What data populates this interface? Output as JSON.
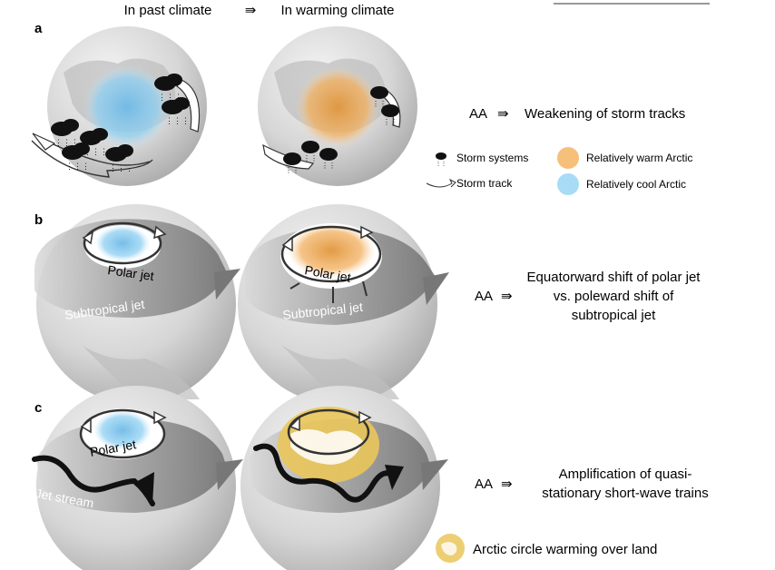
{
  "header": {
    "past": "In past climate",
    "arrow": "⇛",
    "warming": "In warming climate"
  },
  "panel_a": {
    "label": "a",
    "statement": {
      "prefix": "AA",
      "arrow": "⇛",
      "text": "Weakening of storm tracks"
    },
    "legend": {
      "storm_systems": "Storm systems",
      "storm_track": "Storm track",
      "warm_arctic": "Relatively warm Arctic",
      "cool_arctic": "Relatively cool Arctic"
    }
  },
  "panel_b": {
    "label": "b",
    "polar_jet": "Polar jet",
    "subtropical_jet": "Subtropical jet",
    "statement": {
      "prefix": "AA",
      "arrow": "⇛",
      "line1": "Equatorward shift of polar jet",
      "line2": "vs. poleward shift of",
      "line3": "subtropical jet"
    }
  },
  "panel_c": {
    "label": "c",
    "polar_jet": "Polar jet",
    "jet_stream": "Jet stream",
    "statement": {
      "prefix": "AA",
      "arrow": "⇛",
      "line1": "Amplification of quasi-",
      "line2": "stationary short-wave trains"
    },
    "legend_land": "Arctic circle warming over land"
  },
  "colors": {
    "warm": "#f2a640",
    "cool": "#8fd0f2",
    "land": "#e8b830",
    "globe": "#c9c9c9",
    "jet_band": "#8a8a8a"
  }
}
